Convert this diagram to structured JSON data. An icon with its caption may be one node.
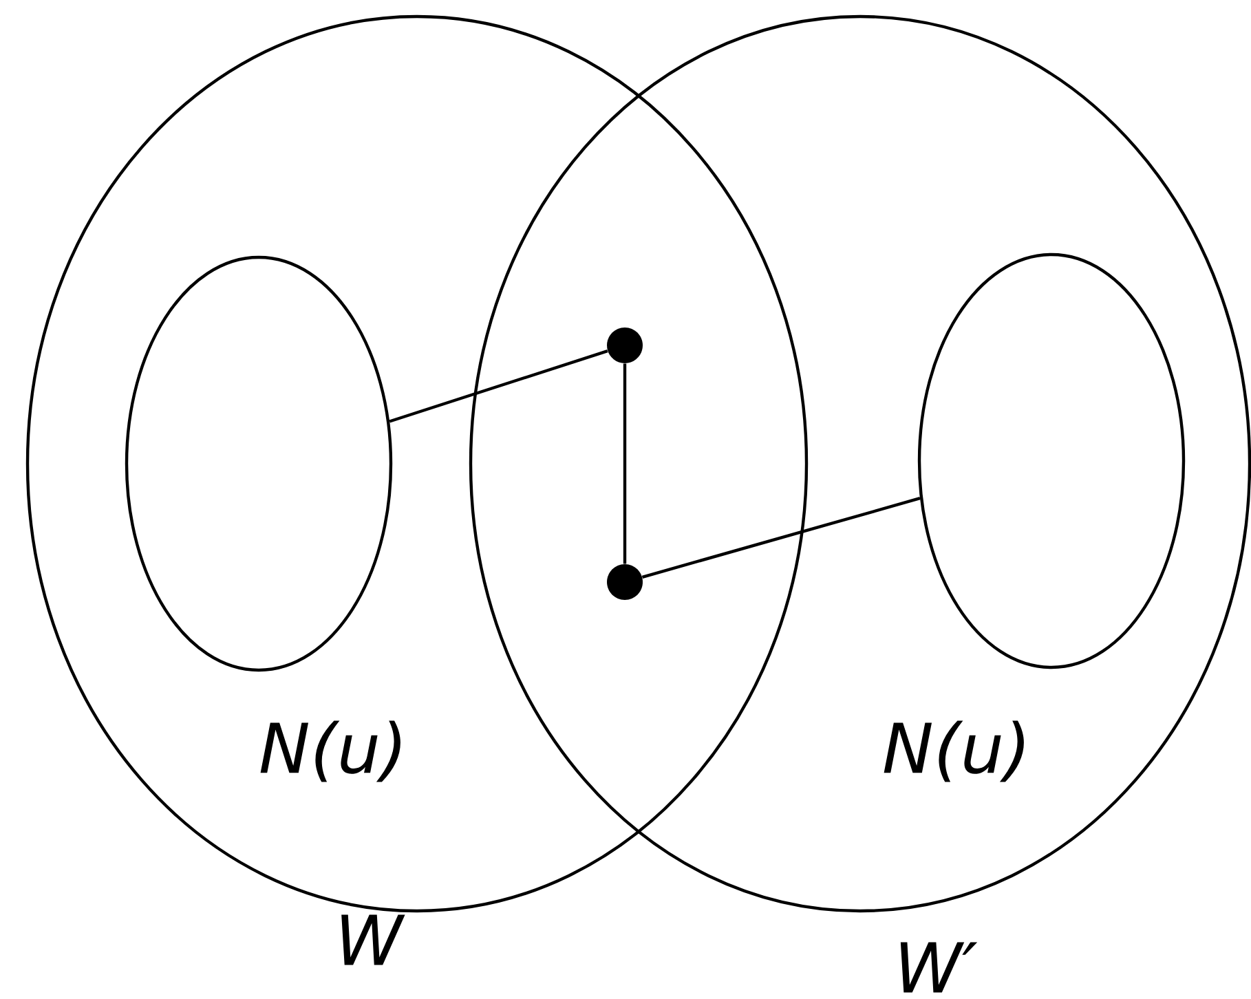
{
  "diagram": {
    "nodes": [
      {
        "text": [
          "N(u)",
          "W"
        ]
      },
      {
        "text": [
          "N(u)",
          "W′"
        ]
      },
      {
        "text": [],
        "shape": "ellipse",
        "in": 0
      },
      {
        "text": [],
        "shape": "ellipse",
        "in": 1
      },
      {
        "text": [],
        "shape": "dot"
      },
      {
        "text": [],
        "shape": "dot"
      }
    ],
    "edges": [
      {
        "from": 2,
        "to": 4,
        "arrow": "none"
      },
      {
        "from": 4,
        "to": 5,
        "arrow": "none"
      },
      {
        "from": 5,
        "to": 3,
        "arrow": "none"
      }
    ]
  }
}
